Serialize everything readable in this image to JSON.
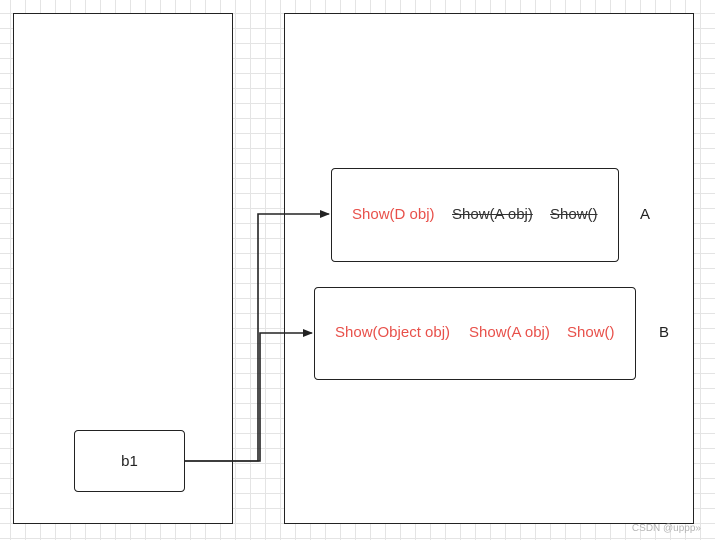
{
  "reference": {
    "label": "b1"
  },
  "class_a": {
    "label": "A",
    "methods": [
      {
        "text": "Show(D obj)",
        "style": "red"
      },
      {
        "text": "Show(A obj)",
        "style": "struck"
      },
      {
        "text": "Show()",
        "style": "struck"
      }
    ]
  },
  "class_b": {
    "label": "B",
    "methods": [
      {
        "text": "Show(Object obj)",
        "style": "red"
      },
      {
        "text": "Show(A obj)",
        "style": "red"
      },
      {
        "text": "Show()",
        "style": "red"
      }
    ]
  },
  "colors": {
    "active_method": "#e8504a",
    "overridden_method": "#333333",
    "line": "#222222",
    "grid": "#e4e4e4"
  },
  "watermark": "CSDN @uppp»"
}
